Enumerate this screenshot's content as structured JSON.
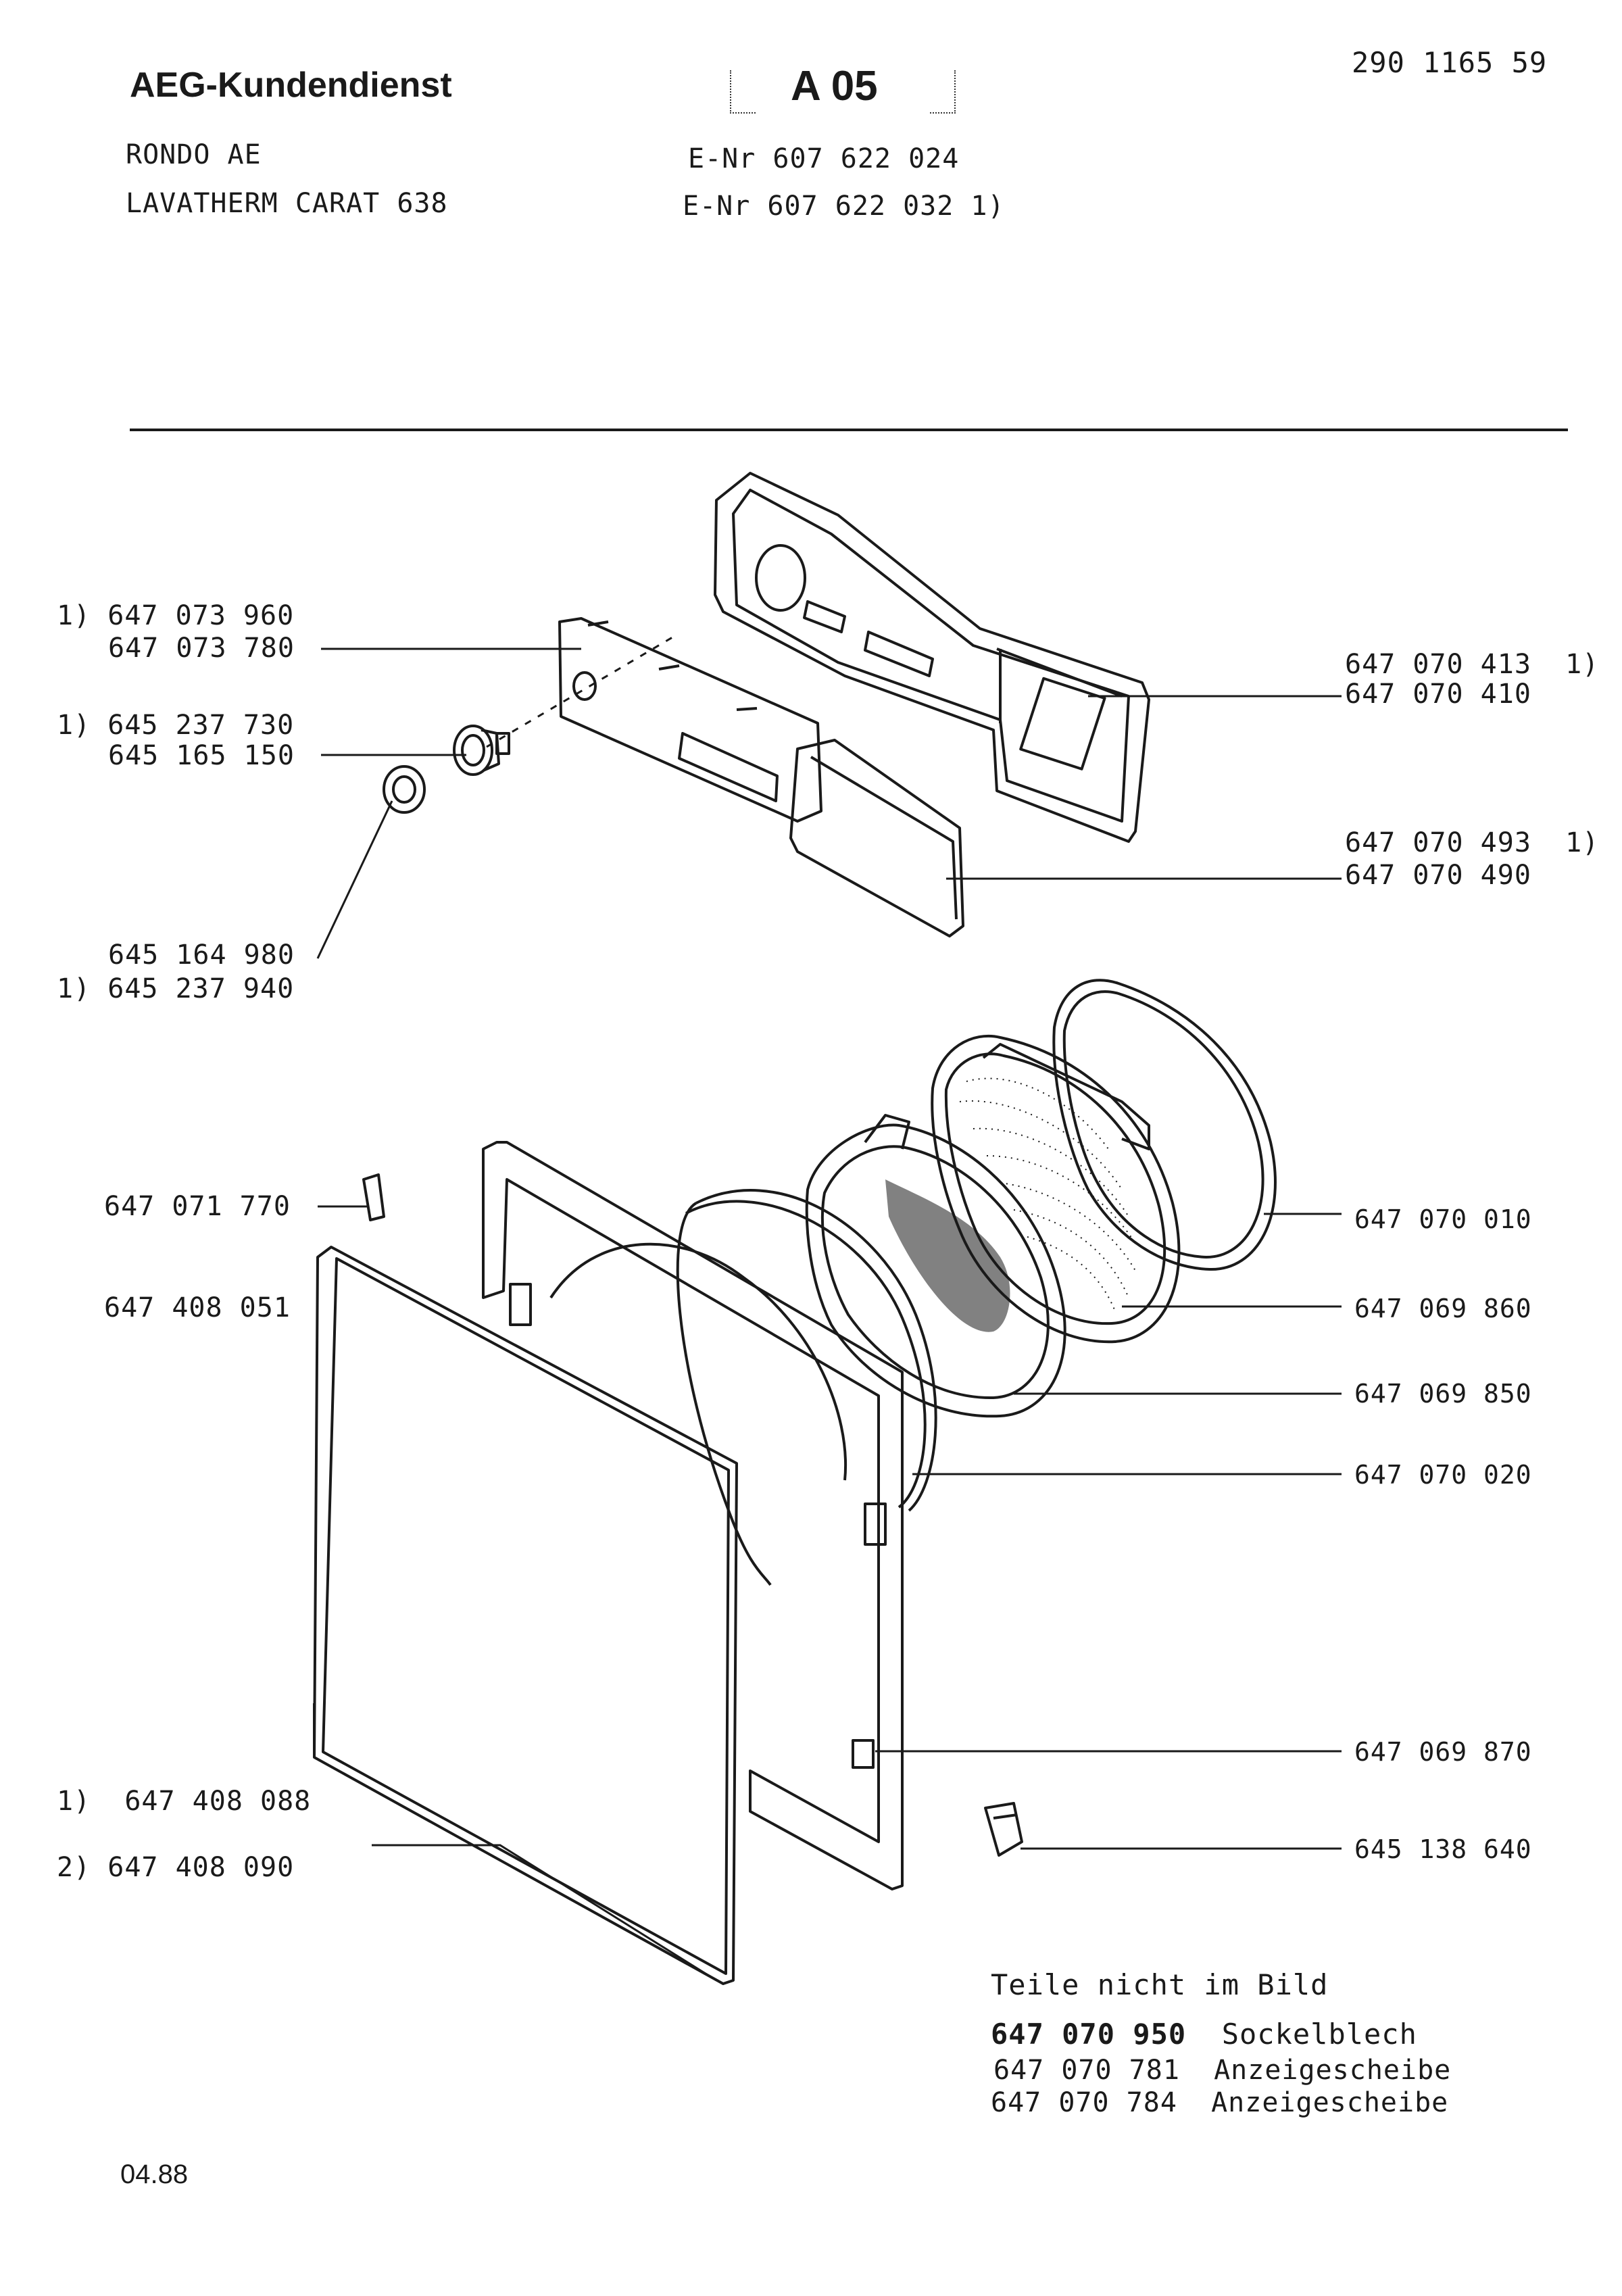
{
  "header": {
    "brand": "AEG-Kundendienst",
    "sheet": "A 05",
    "doc_number": "290 1165 59",
    "model_1": "RONDO AE",
    "model_2": "LAVATHERM CARAT 638",
    "enr_1": "E-Nr 607 622 024",
    "enr_2": "E-Nr 607 622 032 1)"
  },
  "parts_left": [
    {
      "mark": "1)",
      "number": "647 073 960"
    },
    {
      "mark": "",
      "number": "647 073 780"
    },
    {
      "mark": "1)",
      "number": "645 237 730"
    },
    {
      "mark": "",
      "number": "645 165 150"
    },
    {
      "mark": "",
      "number": "645 164 980"
    },
    {
      "mark": "1)",
      "number": "645 237 940"
    },
    {
      "mark": "",
      "number": "647 071 770"
    },
    {
      "mark": "",
      "number": "647 408 051"
    },
    {
      "mark": "1)",
      "number": "647 408 088"
    },
    {
      "mark": "2)",
      "number": "647 408 090"
    }
  ],
  "parts_right": [
    {
      "number": "647 070 413",
      "mark": "1)"
    },
    {
      "number": "647 070 410",
      "mark": ""
    },
    {
      "number": "647 070 493",
      "mark": "1)"
    },
    {
      "number": "647 070 490",
      "mark": ""
    },
    {
      "number": "647 070 010",
      "mark": ""
    },
    {
      "number": "647 069 860",
      "mark": ""
    },
    {
      "number": "647 069 850",
      "mark": ""
    },
    {
      "number": "647 070 020",
      "mark": ""
    },
    {
      "number": "647 069 870",
      "mark": ""
    },
    {
      "number": "645 138 640",
      "mark": ""
    }
  ],
  "not_shown": {
    "heading": "Teile nicht im Bild",
    "items": [
      {
        "number": "647 070 950",
        "name": "Sockelblech"
      },
      {
        "number": "647 070 781",
        "name": "Anzeigescheibe"
      },
      {
        "number": "647 070 784",
        "name": "Anzeigescheibe"
      }
    ]
  },
  "footer": {
    "date": "04.88"
  },
  "colors": {
    "ink": "#1a1a1a",
    "paper": "#ffffff"
  }
}
